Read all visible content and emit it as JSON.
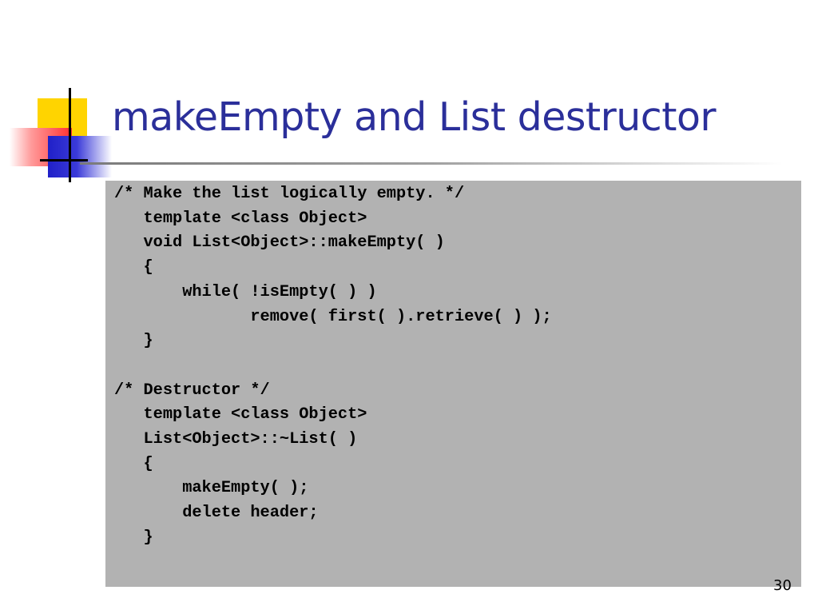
{
  "slide": {
    "title": "makeEmpty and List destructor",
    "code": "/* Make the list logically empty. */\n   template <class Object>\n   void List<Object>::makeEmpty( )\n   {\n       while( !isEmpty( ) )\n              remove( first( ).retrieve( ) );\n   }\n\n/* Destructor */\n   template <class Object>\n   List<Object>::~List( )\n   {\n       makeEmpty( );\n       delete header;\n   }",
    "page_number": "30"
  },
  "colors": {
    "title": "#2b2f9a",
    "code_background": "#b2b2b2",
    "accent_yellow": "#ffd400",
    "accent_red": "#ff3030",
    "accent_blue": "#2020c8"
  }
}
